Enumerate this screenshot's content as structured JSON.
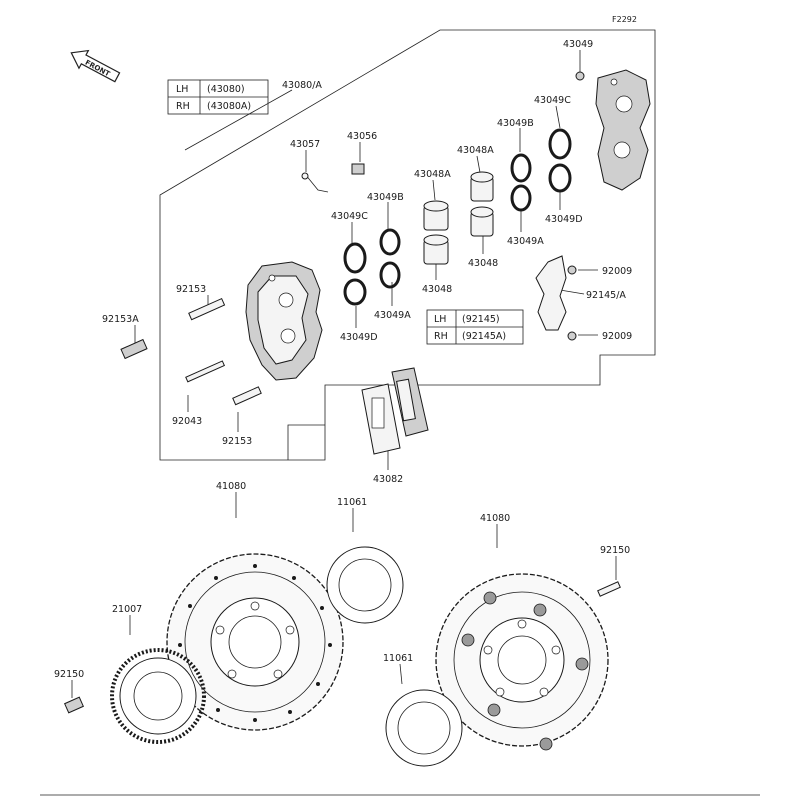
{
  "figure_code": "F2292",
  "front_label": "FRONT",
  "caliper_table": {
    "rows": [
      [
        "LH",
        "(43080)"
      ],
      [
        "RH",
        "(43080A)"
      ]
    ]
  },
  "bracket_table": {
    "rows": [
      [
        "LH",
        "(92145)"
      ],
      [
        "RH",
        "(92145A)"
      ]
    ]
  },
  "labels": {
    "p43080": "43080/A",
    "p43049": "43049",
    "p43049c_r": "43049C",
    "p43049b_r": "43049B",
    "p43048a_r": "43048A",
    "p43057": "43057",
    "p43056": "43056",
    "p43048a_l": "43048A",
    "p43049b_l": "43049B",
    "p43049c_l": "43049C",
    "p43048_r": "43048",
    "p43049a_r": "43049A",
    "p43049d_r": "43049D",
    "p92009_a": "92009",
    "p92145": "92145/A",
    "p92009_b": "92009",
    "p92153_a": "92153",
    "p92153a": "92153A",
    "p43048_l": "43048",
    "p43049a_l": "43049A",
    "p43049d_l": "43049D",
    "p92043": "92043",
    "p92153_b": "92153",
    "p43082": "43082",
    "p41080_l": "41080",
    "p11061_t": "11061",
    "p41080_r": "41080",
    "p92150_r": "92150",
    "p21007": "21007",
    "p92150_l": "92150",
    "p11061_b": "11061"
  }
}
